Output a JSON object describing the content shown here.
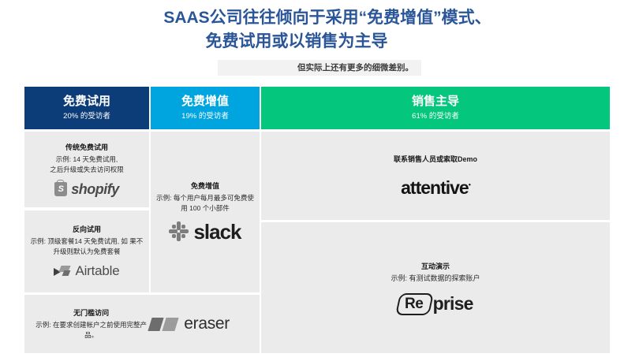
{
  "slide": {
    "title_line1": "SAAS公司往往倾向于采用“免费增值”模式、",
    "title_line2": "免费试用或以销售为主导",
    "title_color": "#2a5699",
    "subtitle": "但实际上还有更多的细微差别。"
  },
  "table": {
    "columns": [
      {
        "key": "free-trial",
        "title": "免费试用",
        "subtitle": "20% 的受访者",
        "header_color": "#0d3d78"
      },
      {
        "key": "freemium",
        "title": "免费增值",
        "subtitle": "19% 的受访者",
        "header_color": "#00a5e0"
      },
      {
        "key": "sales-led",
        "title": "销售主导",
        "subtitle": "61% 的受访者",
        "header_color": "#04c67c"
      }
    ],
    "cells": {
      "col1_row1": {
        "heading": "传统免费试用",
        "description": "示例: 14 天免费试用,\n之后升级或失去访问权限",
        "logo": "shopify",
        "logo_label": "shopify"
      },
      "col1_row2": {
        "heading": "反向试用",
        "description": "示例: 顶级套餐14 天免费试用, 如 果不升级则默认为免费套餐",
        "logo": "airtable",
        "logo_label": "Airtable"
      },
      "col2_row1": {
        "heading": "免费增值",
        "description": "示例: 每个用户每月最多可免费使 用 100 个小部件",
        "logo": "slack",
        "logo_label": "slack"
      },
      "merged_bottom": {
        "heading": "无门槛访问",
        "description": "示例: 在要求创建帐户之前使用完整产品。",
        "logo": "eraser",
        "logo_label": "eraser"
      },
      "col3_row1": {
        "heading": "联系销售人员或索取Demo",
        "description": "",
        "logo": "attentive",
        "logo_label": "attentive"
      },
      "col3_row2": {
        "heading": "互动演示",
        "description": "示例: 有测试数据的探索账户",
        "logo": "reprise",
        "logo_label_a": "Re",
        "logo_label_b": "prise"
      }
    }
  }
}
